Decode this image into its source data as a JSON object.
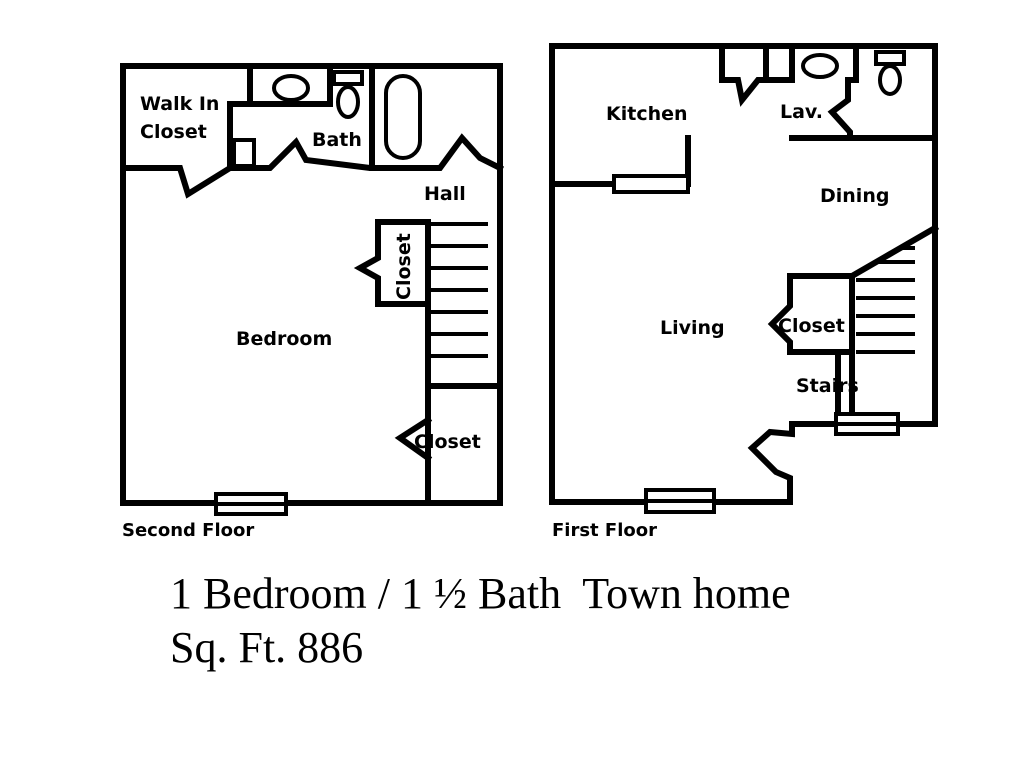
{
  "second_floor": {
    "caption": "Second Floor",
    "rooms": {
      "walk_in_closet_line1": "Walk In",
      "walk_in_closet_line2": "Closet",
      "bath": "Bath",
      "hall": "Hall",
      "bedroom": "Bedroom",
      "closet_stair": "Closet",
      "closet_lower": "Closet"
    }
  },
  "first_floor": {
    "caption": "First Floor",
    "rooms": {
      "kitchen": "Kitchen",
      "lav": "Lav.",
      "dining": "Dining",
      "living": "Living",
      "closet": "Closet",
      "stairs": "Stairs"
    }
  },
  "listing": {
    "title": "1 Bedroom / 1 ½ Bath  Town home",
    "sqft": "Sq. Ft. 886"
  }
}
